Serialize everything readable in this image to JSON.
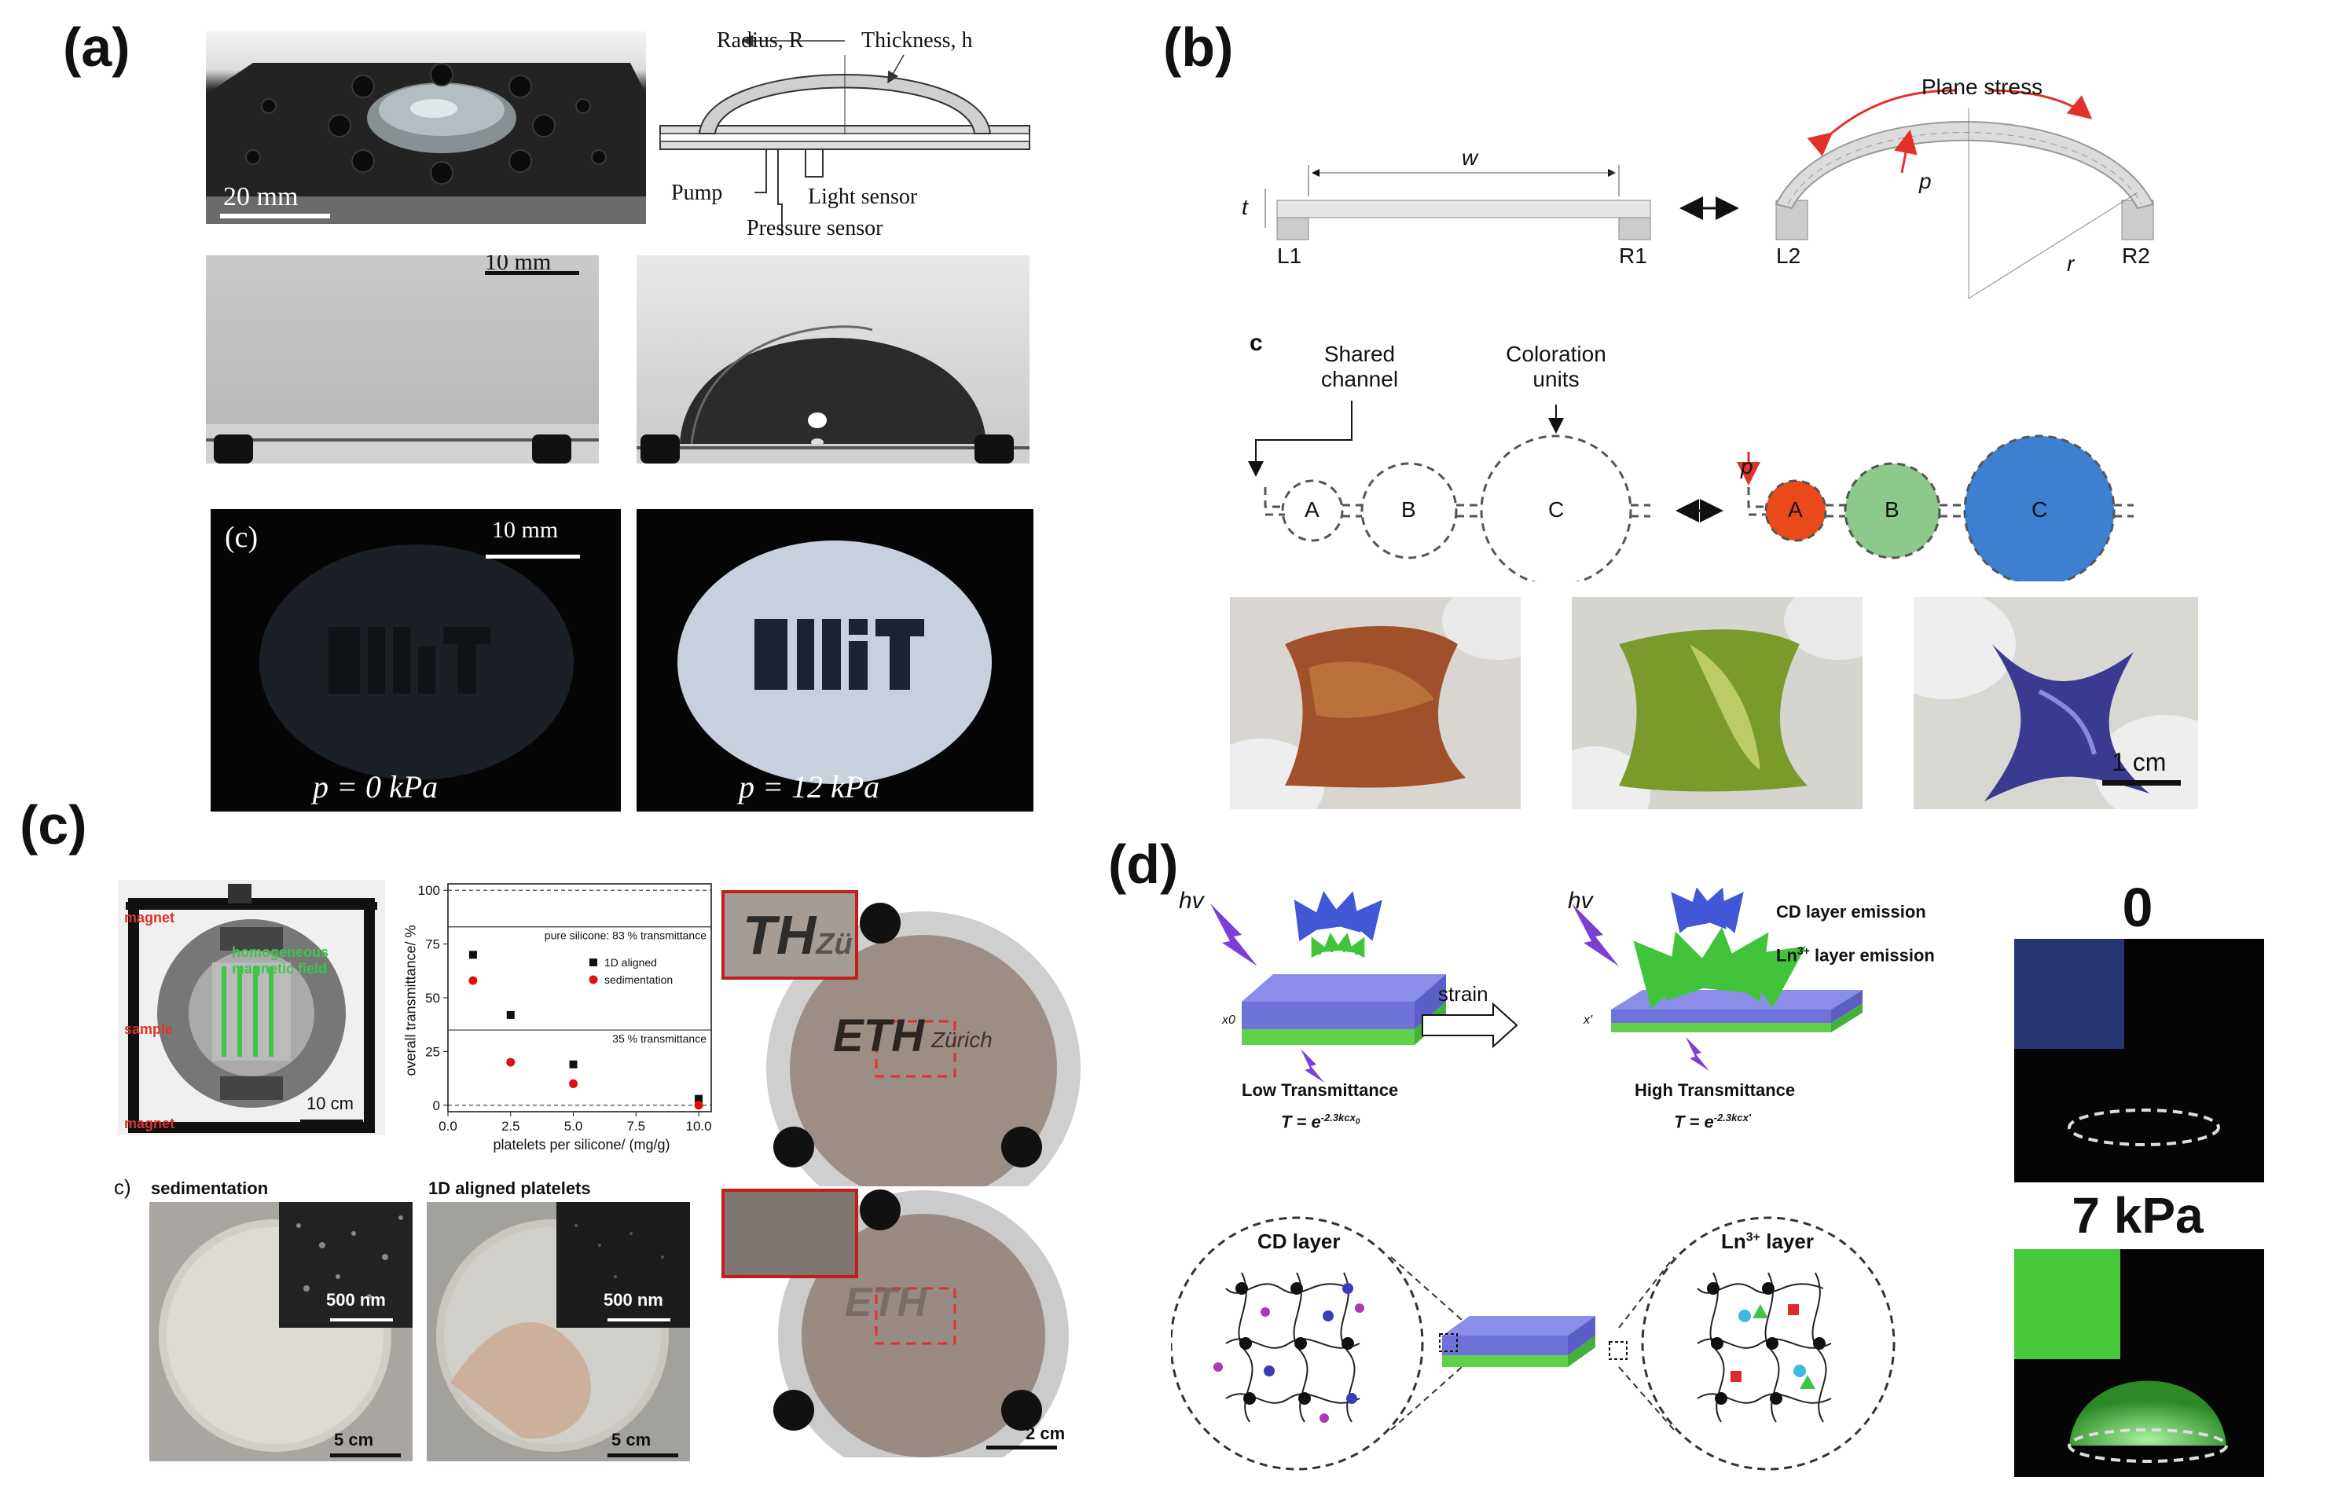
{
  "panel_labels": {
    "a": "(a)",
    "b": "(b)",
    "c": "(c)",
    "d": "(d)"
  },
  "panel_a": {
    "scale_photo": "20 mm",
    "schematic": {
      "radius": "Radius, R",
      "thickness": "Thickness, h",
      "pump": "Pump",
      "light_sensor": "Light sensor",
      "pressure_sensor": "Pressure sensor"
    },
    "scale_side": "10 mm",
    "sub_label": "(c)",
    "scale_mit": "10 mm",
    "p0": "p = 0 kPa",
    "p12": "p = 12 kPa"
  },
  "panel_b": {
    "w": "w",
    "t": "t",
    "L1": "L1",
    "R1": "R1",
    "L2": "L2",
    "R2": "R2",
    "plane_stress": "Plane stress",
    "p": "p",
    "r": "r",
    "sub_c": "c",
    "shared_channel_1": "Shared",
    "shared_channel_2": "channel",
    "coloration_1": "Coloration",
    "coloration_2": "units",
    "A": "A",
    "B": "B",
    "C": "C",
    "scale": "1 cm"
  },
  "panel_c": {
    "magnet_top": "magnet",
    "homog_1": "homogeneous",
    "homog_2": "magnetic field",
    "sample": "sample",
    "magnet_bottom": "magnet",
    "scale_setup": "10 cm",
    "sub_c": "c)",
    "sedimentation": "sedimentation",
    "aligned": "1D aligned platelets",
    "scale_500_a": "500 nm",
    "scale_500_b": "500 nm",
    "scale_5cm_a": "5 cm",
    "scale_5cm_b": "5 cm",
    "scale_2cm": "2 cm",
    "eth": "ETH",
    "zurich": "Zürich",
    "th": "TH",
    "zu": "Zü"
  },
  "chart_data": {
    "type": "scatter",
    "xlabel": "platelets per silicone/ (mg/g)",
    "ylabel": "overall transmittance/ %",
    "xlim": [
      0,
      10.5
    ],
    "ylim": [
      -3,
      103
    ],
    "xticks": [
      "0.0",
      "2.5",
      "5.0",
      "7.5",
      "10.0"
    ],
    "yticks": [
      "0",
      "25",
      "50",
      "75",
      "100"
    ],
    "reference_lines": [
      {
        "y": 100,
        "style": "dashed",
        "label": ""
      },
      {
        "y": 83,
        "style": "solid",
        "label": "pure silicone: 83 % transmittance"
      },
      {
        "y": 35,
        "style": "solid",
        "label": "35 % transmittance"
      },
      {
        "y": 0,
        "style": "dashed",
        "label": ""
      }
    ],
    "series": [
      {
        "name": "1D aligned",
        "color": "#111111",
        "marker": "square",
        "x": [
          1,
          2.5,
          5,
          10
        ],
        "y": [
          70,
          42,
          19,
          3
        ]
      },
      {
        "name": "sedimentation",
        "color": "#e01010",
        "marker": "circle",
        "x": [
          1,
          2.5,
          5,
          10
        ],
        "y": [
          58,
          20,
          10,
          0
        ]
      }
    ],
    "legend_position": "right"
  },
  "panel_d": {
    "hv1": "hv",
    "hv2": "hv",
    "strain": "strain",
    "cd_emission": "CD layer emission",
    "ln_emission_pre": "Ln",
    "ln_emission_sup": "3+",
    "ln_emission_post": " layer emission",
    "x0": "x0",
    "xp": "x'",
    "low_t": "Low Transmittance",
    "high_t": "High Transmittance",
    "eq1": "T = e",
    "eq1_exp": "-2.3kcx",
    "eq1_sub": "0",
    "eq2": "T = e",
    "eq2_exp": "-2.3kcx'",
    "cd_layer": "CD layer",
    "ln_layer_pre": "Ln",
    "ln_layer_sup": "3+",
    "ln_layer_post": " layer",
    "zero": "0",
    "seven": "7 kPa"
  },
  "colors": {
    "cd_blue": "#6f73d8",
    "ln_green": "#5ed04a",
    "arrow_purple": "#7a3fd6",
    "coloration_A": "#ea4a1a",
    "coloration_B": "#8dc98a",
    "coloration_C": "#3d7fd0"
  }
}
